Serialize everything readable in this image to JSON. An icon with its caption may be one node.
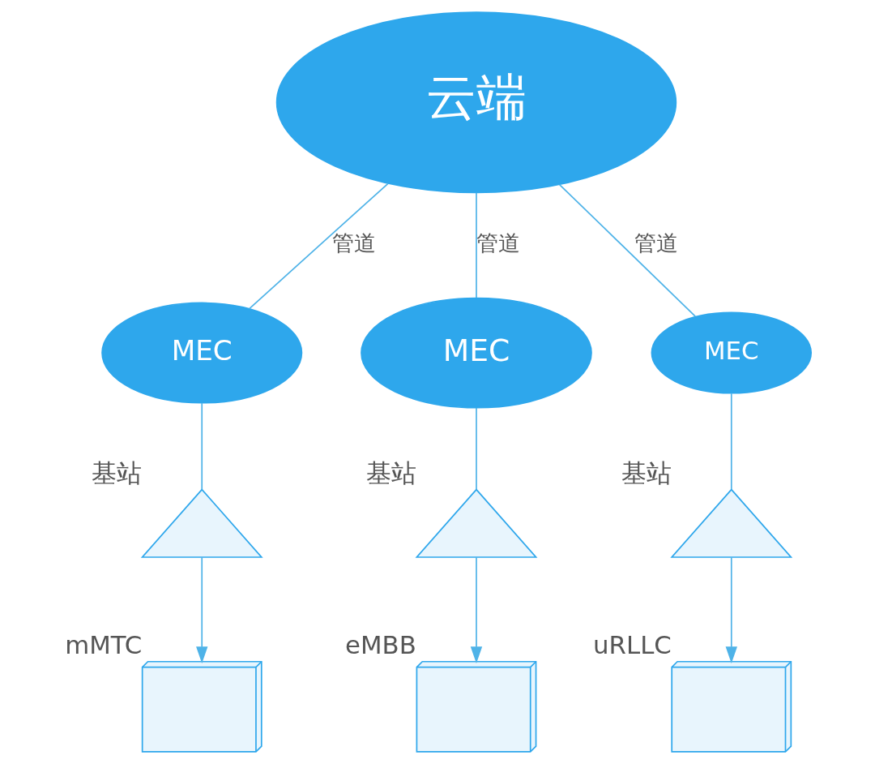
{
  "diagram": {
    "nodes": [
      {
        "text": [
          "云端"
        ]
      },
      {
        "text": [
          "MEC"
        ]
      },
      {
        "text": [
          "MEC"
        ]
      },
      {
        "text": [
          "MEC"
        ]
      },
      {
        "text": [],
        "shape": "picture",
        "beside": [
          "基站"
        ]
      },
      {
        "text": [],
        "shape": "picture",
        "beside": [
          "基站"
        ]
      },
      {
        "text": [],
        "shape": "picture",
        "beside": [
          "基站"
        ]
      },
      {
        "text": [],
        "shape": "picture",
        "beside": [
          "mMTC"
        ]
      },
      {
        "text": [],
        "shape": "picture",
        "beside": [
          "eMBB"
        ]
      },
      {
        "text": [],
        "shape": "picture",
        "beside": [
          "uRLLC"
        ]
      }
    ],
    "edges": [
      {
        "from": 0,
        "to": 1,
        "arrow": "none",
        "label": "管道"
      },
      {
        "from": 0,
        "to": 2,
        "arrow": "none",
        "label": "管道"
      },
      {
        "from": 0,
        "to": 3,
        "arrow": "none",
        "label": "管道"
      },
      {
        "from": 1,
        "to": 4,
        "arrow": "none"
      },
      {
        "from": 2,
        "to": 5,
        "arrow": "none"
      },
      {
        "from": 3,
        "to": 6,
        "arrow": "none"
      },
      {
        "from": 4,
        "to": 7,
        "arrow": "to"
      },
      {
        "from": 5,
        "to": 8,
        "arrow": "to"
      },
      {
        "from": 6,
        "to": 9,
        "arrow": "to"
      }
    ]
  }
}
